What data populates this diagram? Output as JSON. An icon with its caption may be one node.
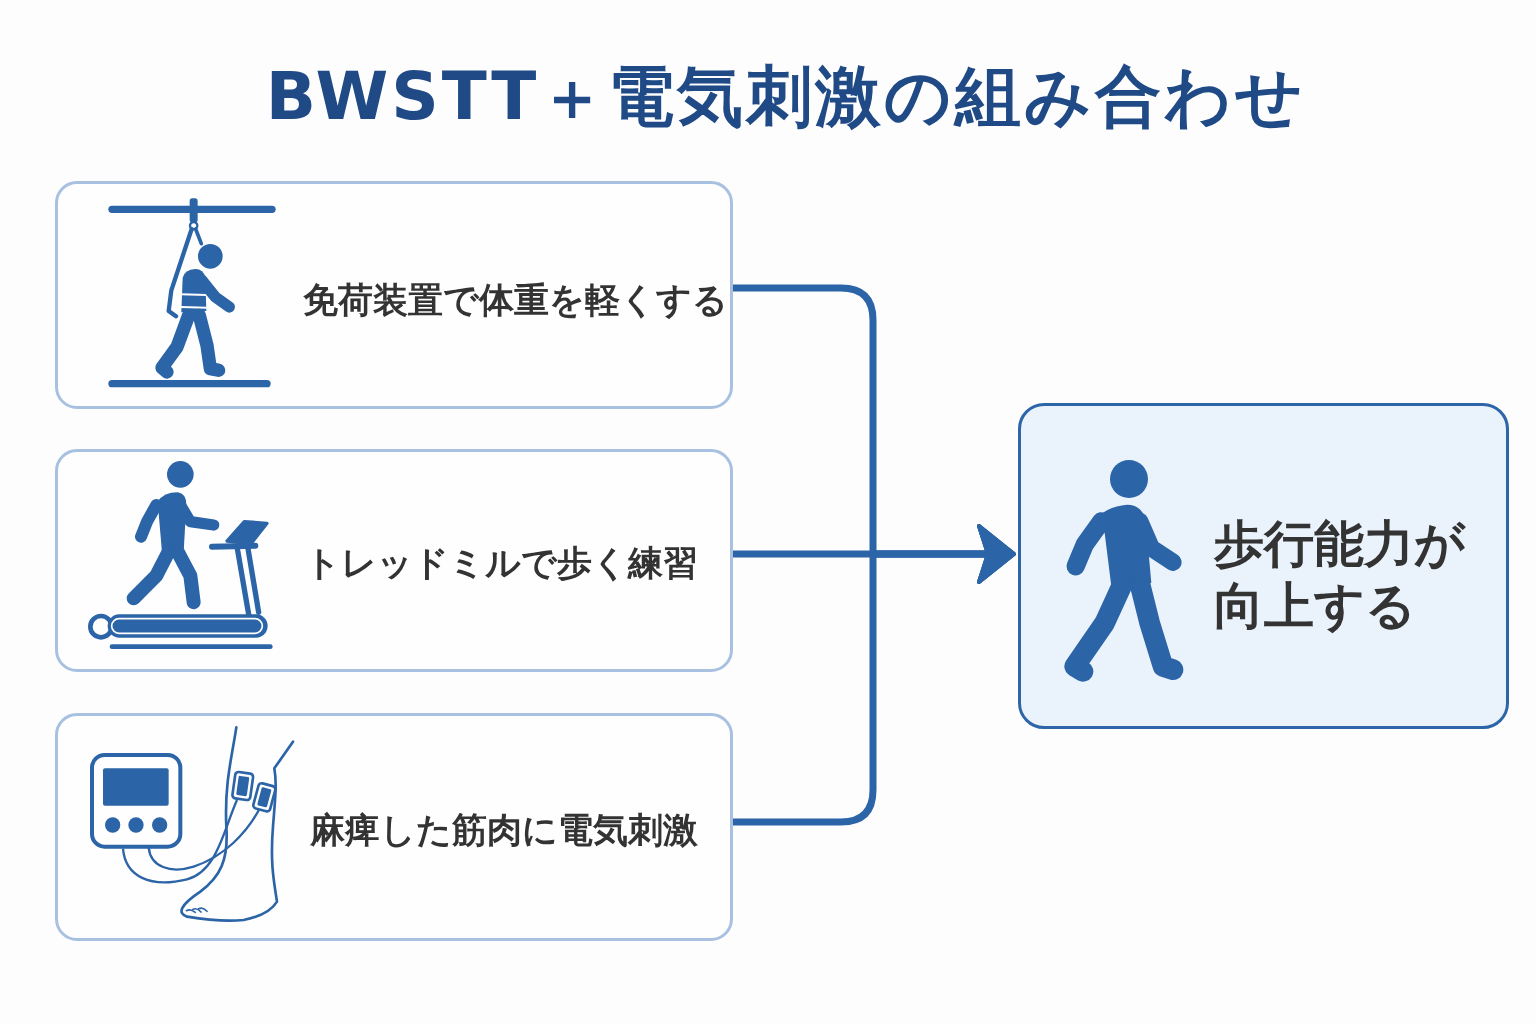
{
  "diagram": {
    "title": "BWSTT＋電気刺激の組み合わせ",
    "nodes": [
      {
        "text": [
          "免荷装置で体重を軽くする"
        ]
      },
      {
        "text": [
          "トレッドミルで歩く練習"
        ]
      },
      {
        "text": [
          "麻痺した筋肉に電気刺激"
        ]
      },
      {
        "text": [
          "歩行能力が向上する"
        ]
      }
    ],
    "edges": [
      {
        "from": 0,
        "to": 3,
        "arrow": "to"
      },
      {
        "from": 1,
        "to": 3,
        "arrow": "to"
      },
      {
        "from": 2,
        "to": 3,
        "arrow": "to"
      }
    ]
  }
}
